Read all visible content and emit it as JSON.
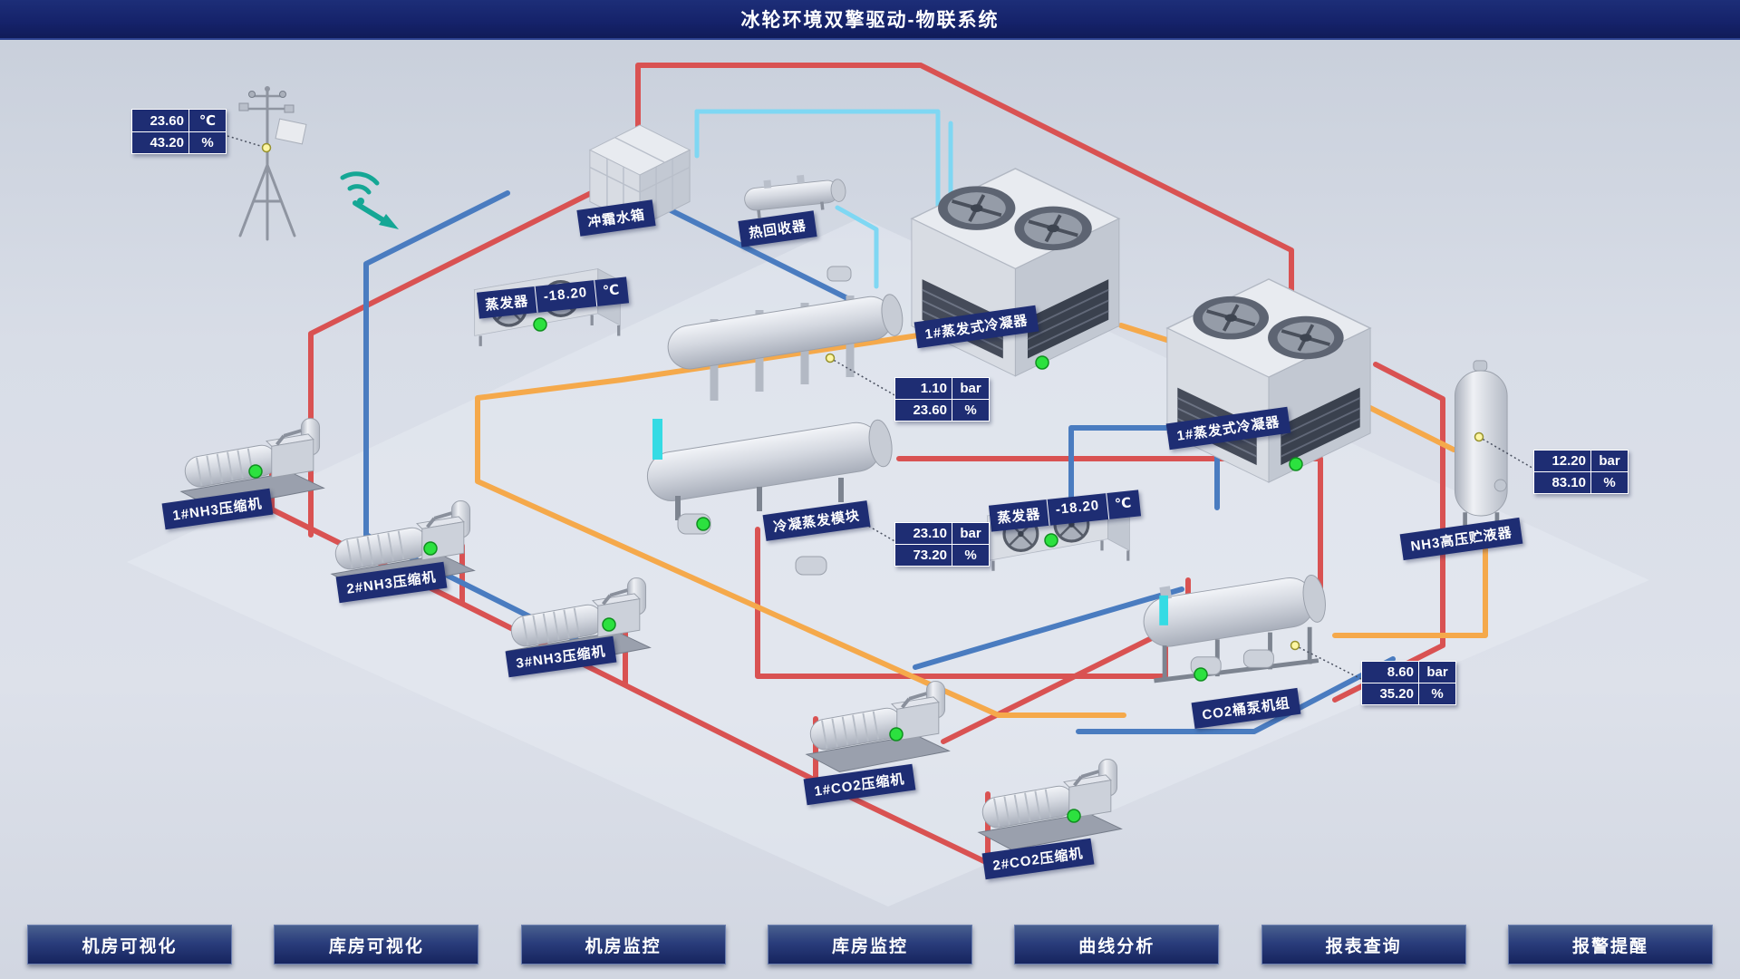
{
  "header": {
    "title": "冰轮环境双擎驱动-物联系统"
  },
  "equipment": {
    "defrost_water_tank": {
      "label": "冲霜水箱"
    },
    "heat_recovery": {
      "label": "热回收器"
    },
    "evaporator_left": {
      "label": "蒸发器",
      "temp": "-18.20",
      "temp_unit": "℃"
    },
    "evaporator_right": {
      "label": "蒸发器",
      "temp": "-18.20",
      "temp_unit": "℃"
    },
    "evap_condenser_left": {
      "label": "1#蒸发式冷凝器"
    },
    "evap_condenser_right": {
      "label": "1#蒸发式冷凝器"
    },
    "cond_evap_module": {
      "label": "冷凝蒸发模块"
    },
    "nh3_receiver": {
      "label": "NH3高压贮液器"
    },
    "co2_pump_unit": {
      "label": "CO2桶泵机组"
    },
    "nh3_compressor_1": {
      "label": "1#NH3压缩机"
    },
    "nh3_compressor_2": {
      "label": "2#NH3压缩机"
    },
    "nh3_compressor_3": {
      "label": "3#NH3压缩机"
    },
    "co2_compressor_1": {
      "label": "1#CO2压缩机"
    },
    "co2_compressor_2": {
      "label": "2#CO2压缩机"
    }
  },
  "gauges": {
    "weather": {
      "rows": [
        {
          "value": "23.60",
          "unit": "℃"
        },
        {
          "value": "43.20",
          "unit": "%"
        }
      ]
    },
    "module_top": {
      "rows": [
        {
          "value": "1.10",
          "unit": "bar"
        },
        {
          "value": "23.60",
          "unit": "%"
        }
      ]
    },
    "module_bottom": {
      "rows": [
        {
          "value": "23.10",
          "unit": "bar"
        },
        {
          "value": "73.20",
          "unit": "%"
        }
      ]
    },
    "nh3_receiver": {
      "rows": [
        {
          "value": "12.20",
          "unit": "bar"
        },
        {
          "value": "83.10",
          "unit": "%"
        }
      ]
    },
    "co2_pump": {
      "rows": [
        {
          "value": "8.60",
          "unit": "bar"
        },
        {
          "value": "35.20",
          "unit": "%"
        }
      ]
    }
  },
  "nav": {
    "items": [
      {
        "label": "机房可视化"
      },
      {
        "label": "库房可视化"
      },
      {
        "label": "机房监控"
      },
      {
        "label": "库房监控"
      },
      {
        "label": "曲线分析"
      },
      {
        "label": "报表查询"
      },
      {
        "label": "报警提醒"
      }
    ]
  },
  "colors": {
    "navy": "#1e2d73",
    "pipe_red": "#d95252",
    "pipe_blue": "#4a7cc0",
    "pipe_orange": "#f5a94b",
    "pipe_cyan": "#7fd7f3",
    "status_green": "#2ce13f",
    "sensor_yellow": "#fdf6a3",
    "wifi_teal": "#15a795"
  }
}
